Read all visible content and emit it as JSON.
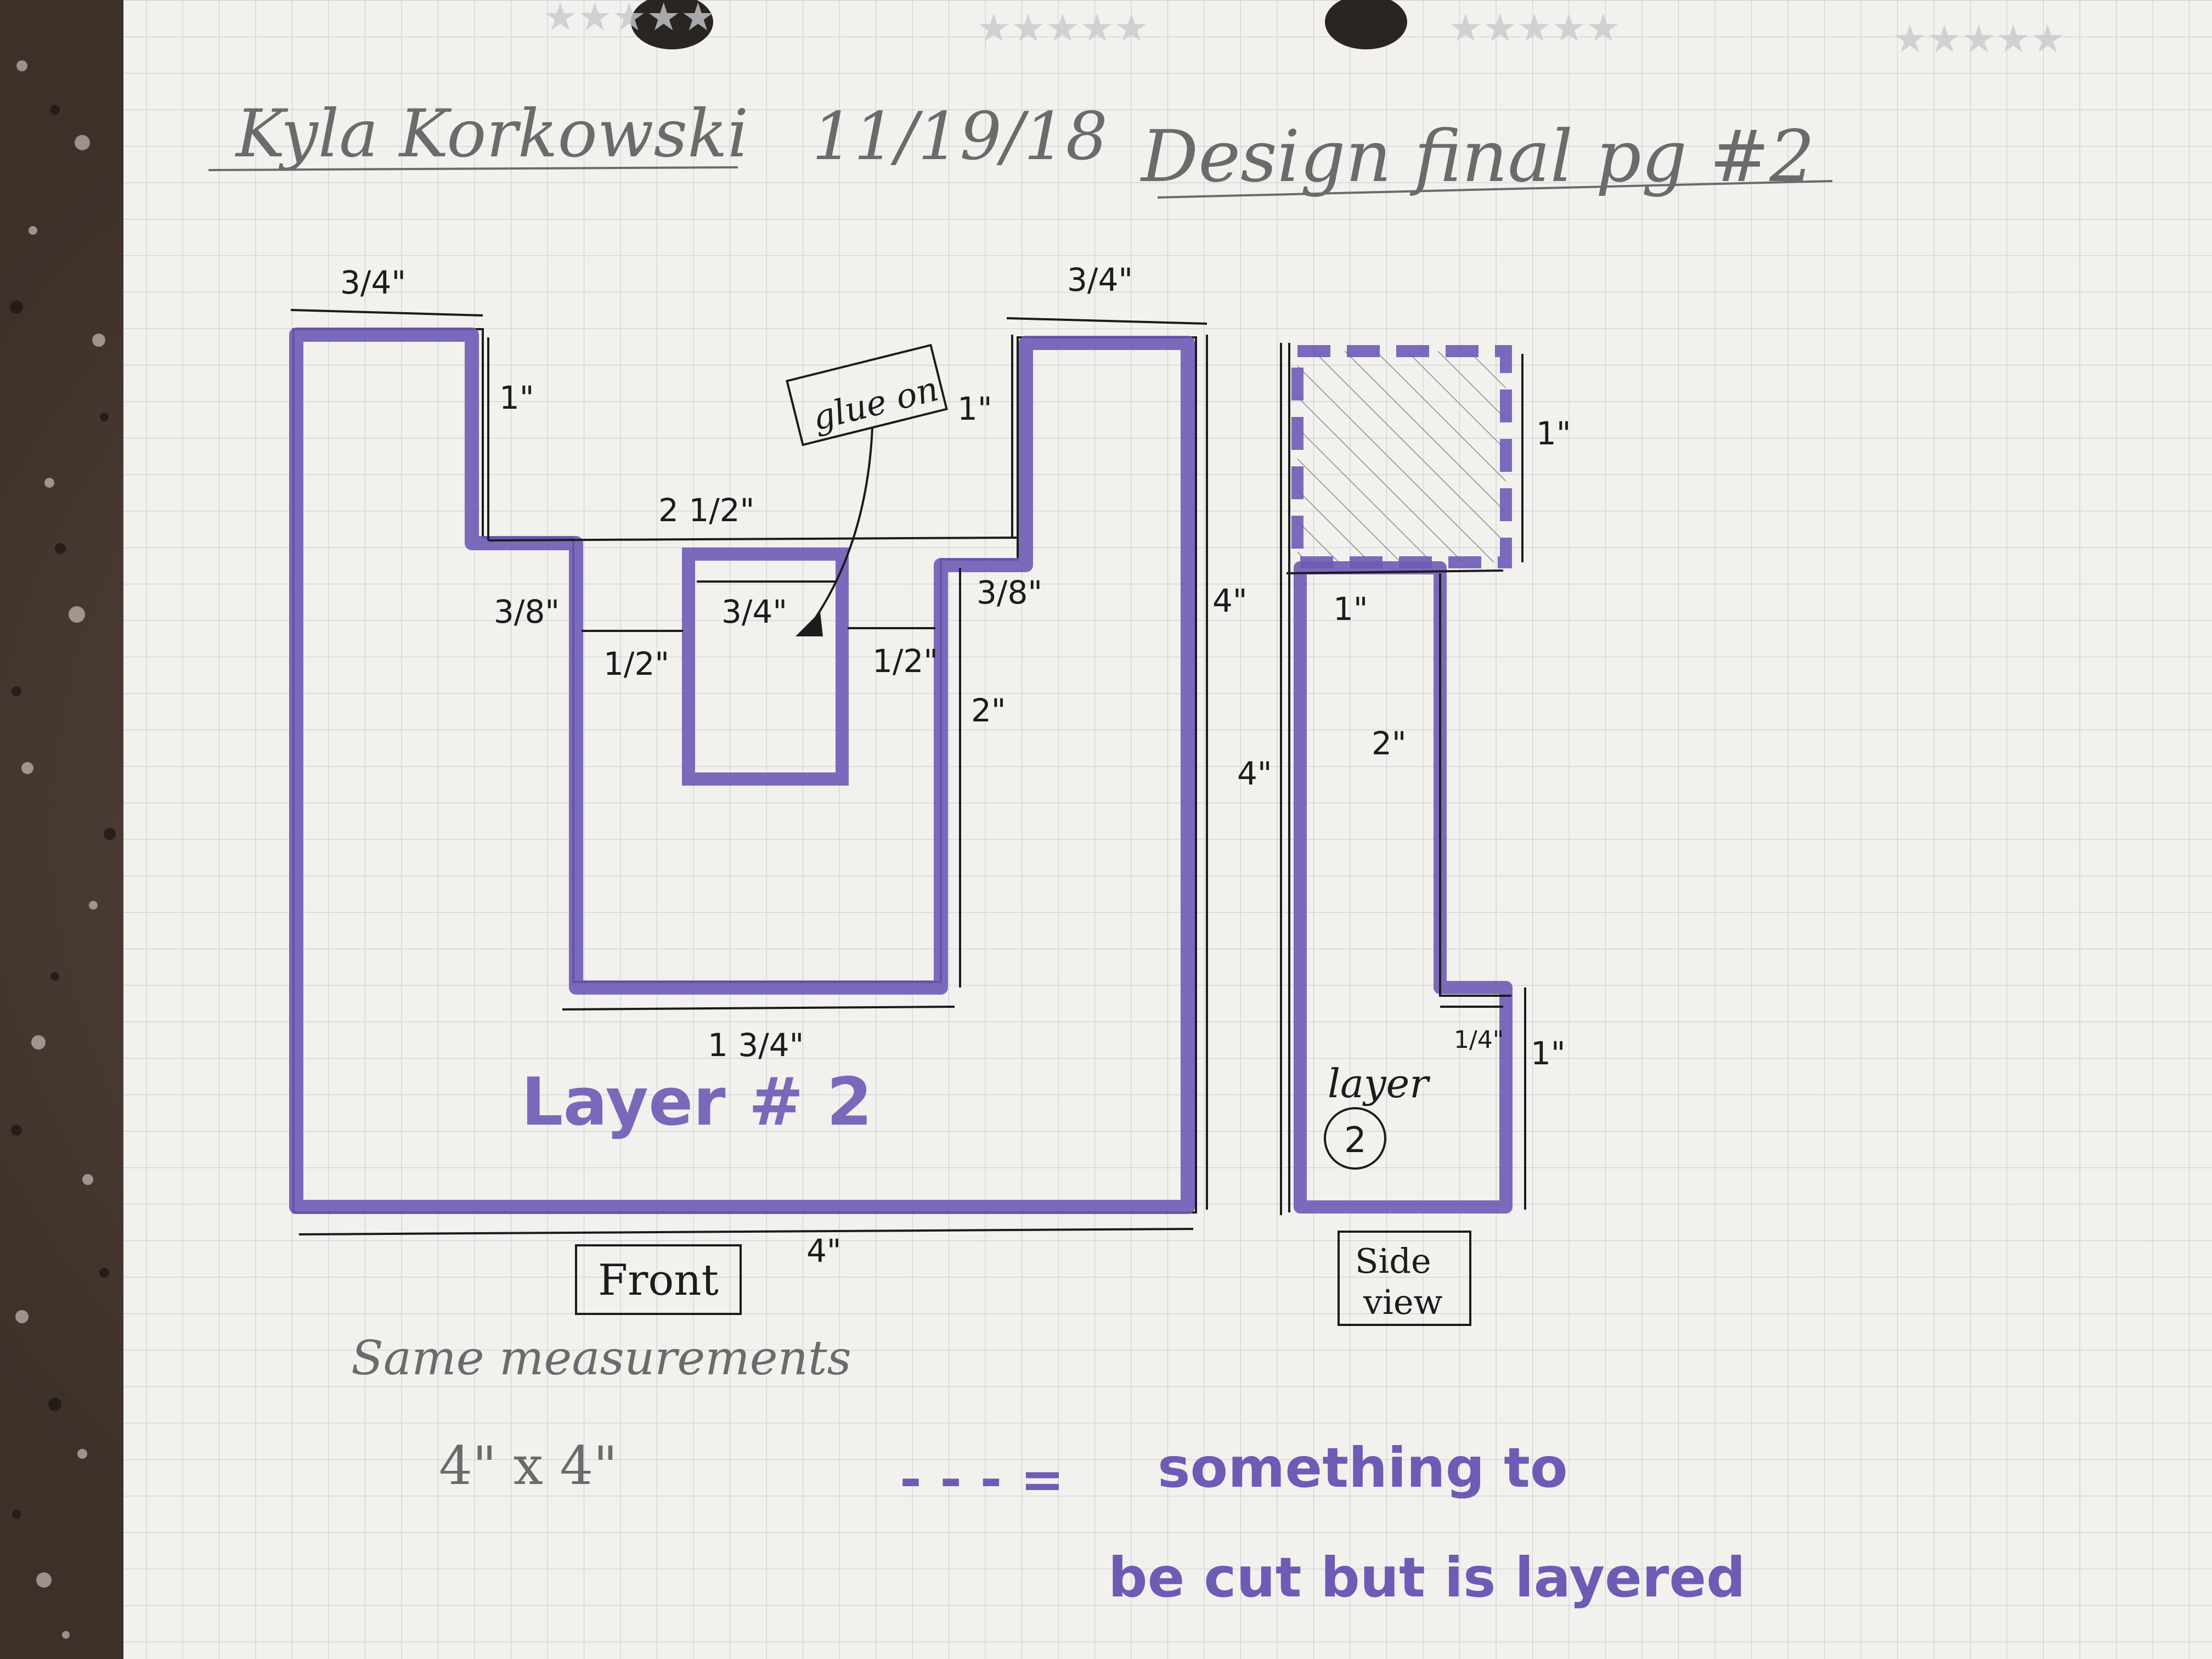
{
  "header": {
    "name": "Kyla Korkowski",
    "date": "11/19/18",
    "title": "Design final pg #2"
  },
  "front_view": {
    "dim_top_left": "3/4\"",
    "dim_top_right": "3/4\"",
    "dim_left_notch": "1\"",
    "dim_right_notch": "1\"",
    "dim_notch_width": "2 1/2\"",
    "dim_left_step": "3/8\"",
    "dim_right_step": "3/8\"",
    "dim_inner_tab": "3/4\"",
    "dim_left_gap": "1/2\"",
    "dim_right_gap": "1/2\"",
    "dim_inner_height": "2\"",
    "dim_inner_width": "1 3/4\"",
    "dim_outer_height": "4\"",
    "dim_outer_width": "4\"",
    "glue_label": "glue on",
    "layer_label": "Layer # 2",
    "caption": "Front"
  },
  "side_view": {
    "dim_top_height": "1\"",
    "dim_top_width": "1\"",
    "dim_middle": "2\"",
    "dim_total": "4\"",
    "dim_step": "1/4\"",
    "dim_bottom": "1\"",
    "layer_label": "layer",
    "layer_number": "2",
    "caption_line1": "Side",
    "caption_line2": "view"
  },
  "notes": {
    "line1": "Same measurements",
    "line2": "4\" x 4\"",
    "legend_dash": "- - - =",
    "legend_line1": "something to",
    "legend_line2": "be cut but is layered"
  },
  "colors": {
    "paper": "#f2f1ee",
    "grid": "#c9cdd2",
    "pencil": "#6b6b6b",
    "ink": "#1c1c1c",
    "marker": "#6e5bb5",
    "granite": "#5a4a3f"
  }
}
